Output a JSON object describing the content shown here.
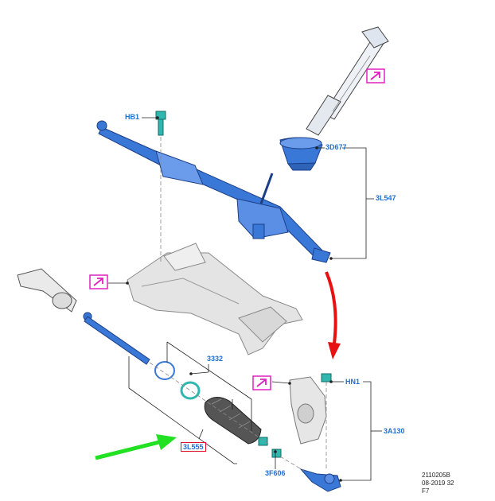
{
  "callouts": {
    "hb1": "HB1",
    "d677": "3D677",
    "l547": "3L547",
    "c3332": "3332",
    "l555": "3L555",
    "f606": "3F606",
    "hn1": "HN1",
    "a130": "3A130"
  },
  "footer": {
    "line1": "2110205B",
    "line2": "08-2019 32",
    "line3": "F7"
  },
  "colors": {
    "label_blue": "#1f6fd1",
    "highlight_box": "#e0102a",
    "icon_magenta": "#e020c0",
    "part_blue": "#3a78d8",
    "part_teal": "#2fb7b0",
    "frame_grey": "#d4d4d4",
    "arrow_red": "#e81010",
    "arrow_green": "#22e022"
  },
  "icons": [
    "view-arrow-icon",
    "view-arrow-icon",
    "view-arrow-icon"
  ]
}
